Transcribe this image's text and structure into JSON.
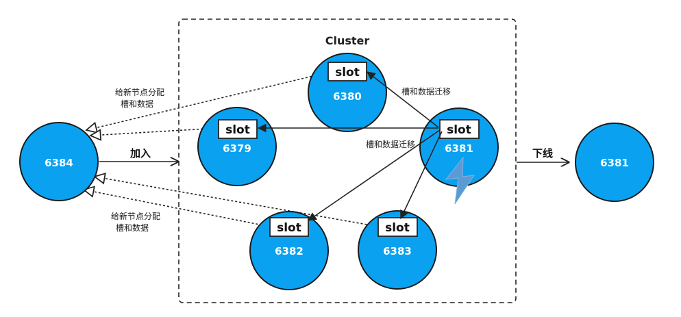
{
  "cluster": {
    "title": "Cluster"
  },
  "nodes": {
    "n6380": "6380",
    "n6379": "6379",
    "n6381": "6381",
    "n6382": "6382",
    "n6383": "6383",
    "n6384": "6384",
    "n6381_offline": "6381"
  },
  "slot_label": "slot",
  "labels": {
    "migrate_top": "槽和数据迁移",
    "migrate_mid": "槽和数据迁移",
    "join": "加入",
    "offline": "下线",
    "assign_top_line1": "给新节点分配",
    "assign_top_line2": "槽和数据",
    "assign_bottom_line1": "给新节点分配",
    "assign_bottom_line2": "槽和数据"
  },
  "colors": {
    "node_fill": "#0aa2f0",
    "node_stroke": "#1a1a1a",
    "lightning": "#5b9bd5"
  }
}
